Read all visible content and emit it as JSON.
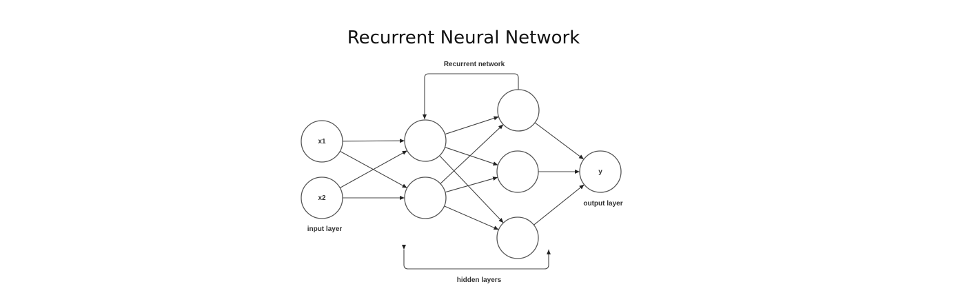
{
  "title": "Recurrent Neural Network",
  "labels": {
    "recurrent": "Recurrent network",
    "input_layer": "input layer",
    "hidden_layers": "hidden layers",
    "output_layer": "output layer"
  },
  "nodes": [
    {
      "id": "x1",
      "label": "x1",
      "layer": "input"
    },
    {
      "id": "x2",
      "label": "x2",
      "layer": "input"
    },
    {
      "id": "h1a",
      "label": "",
      "layer": "hidden1"
    },
    {
      "id": "h1b",
      "label": "",
      "layer": "hidden1"
    },
    {
      "id": "h2a",
      "label": "",
      "layer": "hidden2"
    },
    {
      "id": "h2b",
      "label": "",
      "layer": "hidden2"
    },
    {
      "id": "h2c",
      "label": "",
      "layer": "hidden2"
    },
    {
      "id": "y",
      "label": "y",
      "layer": "output"
    }
  ],
  "edges": [
    [
      "x1",
      "h1a"
    ],
    [
      "x1",
      "h1b"
    ],
    [
      "x2",
      "h1a"
    ],
    [
      "x2",
      "h1b"
    ],
    [
      "h1a",
      "h2a"
    ],
    [
      "h1a",
      "h2b"
    ],
    [
      "h1a",
      "h2c"
    ],
    [
      "h1b",
      "h2a"
    ],
    [
      "h1b",
      "h2b"
    ],
    [
      "h1b",
      "h2c"
    ],
    [
      "h2a",
      "y"
    ],
    [
      "h2b",
      "y"
    ],
    [
      "h2c",
      "y"
    ]
  ],
  "recurrent_edge": [
    "h2a",
    "h1a"
  ]
}
